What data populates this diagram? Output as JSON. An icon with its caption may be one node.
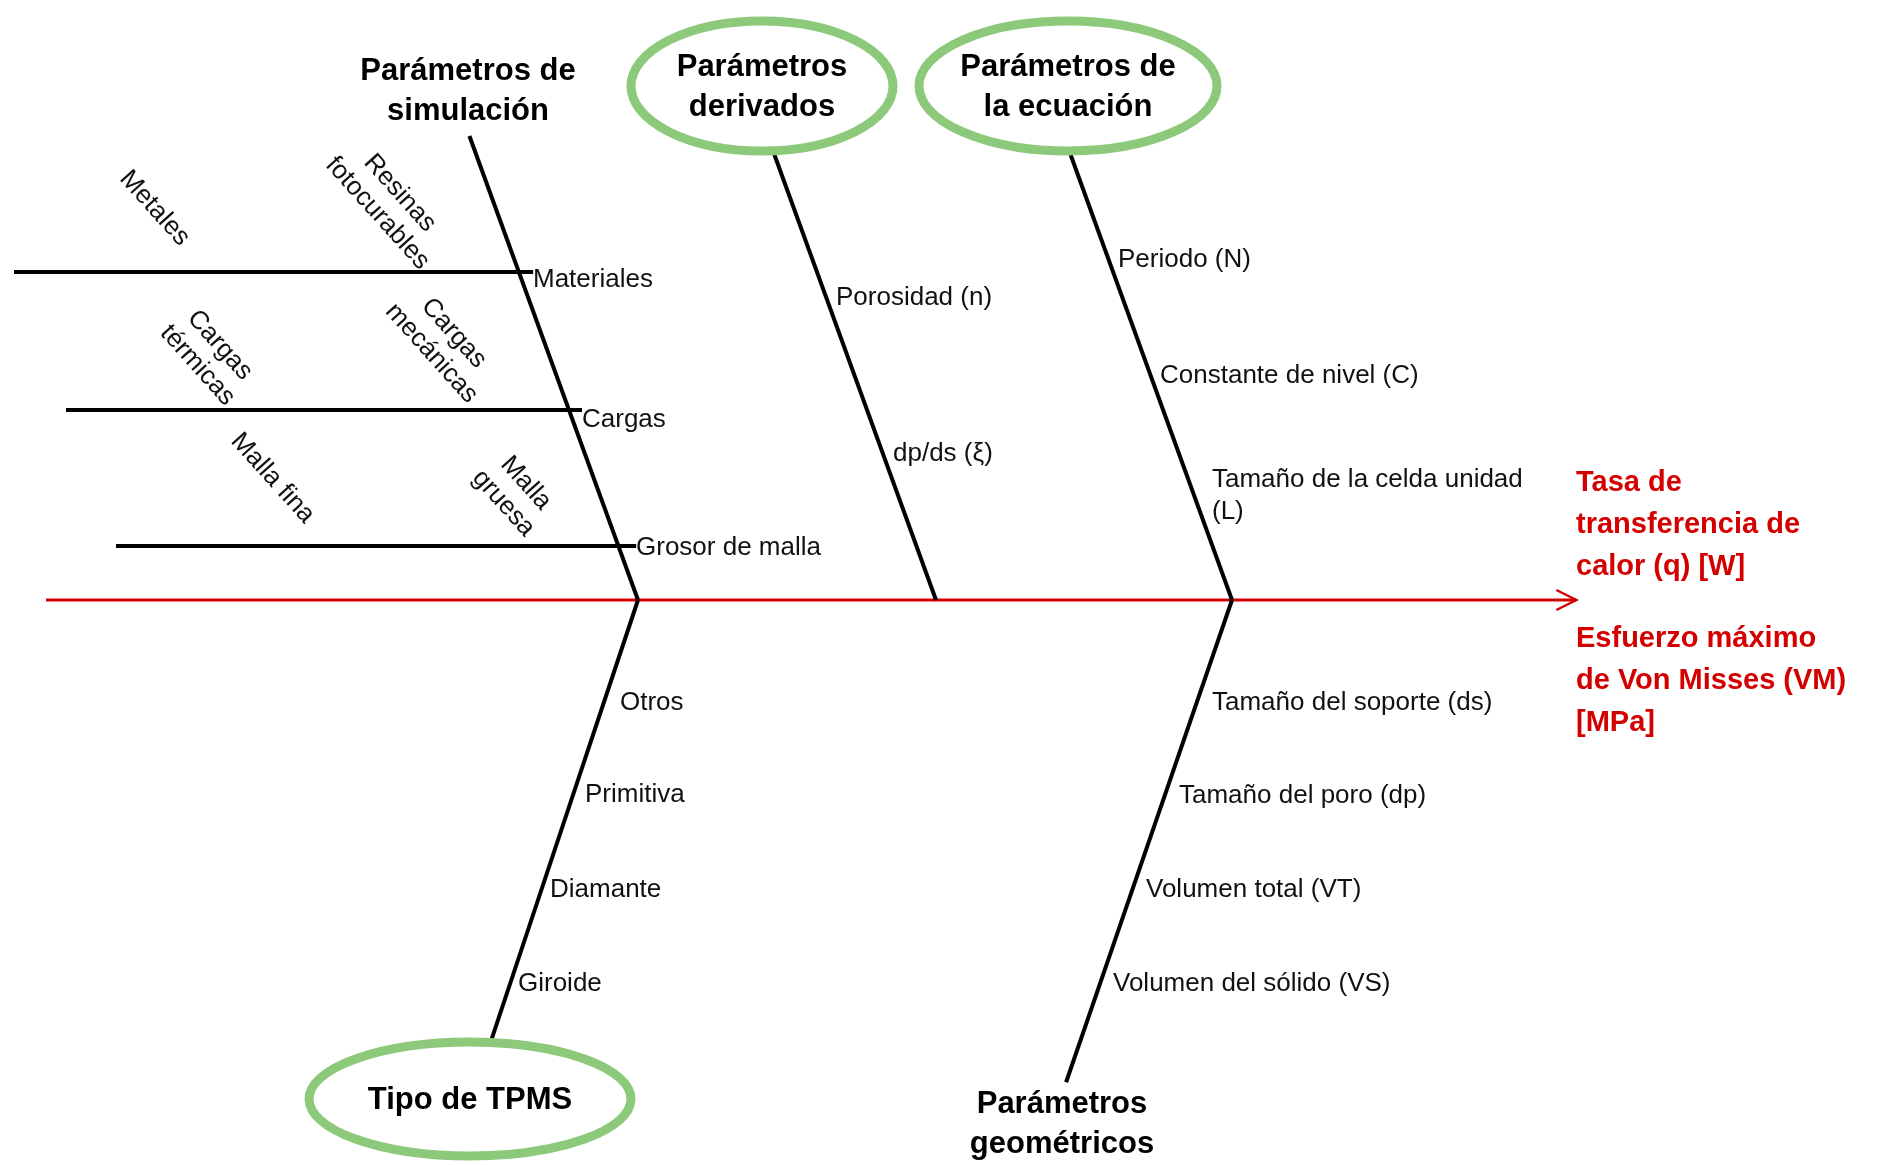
{
  "diagram": {
    "nodes": [
      {
        "text": [
          "Parámetros de simulación"
        ]
      },
      {
        "text": [
          "Parámetros derivados"
        ]
      },
      {
        "text": [
          "Parámetros de la ecuación"
        ]
      },
      {
        "text": [
          "Tipo de TPMS"
        ]
      },
      {
        "text": [
          "Parámetros geométricos"
        ]
      },
      {
        "text": [
          "Tasa de transferencia de calor (q) [W]",
          "Esfuerzo máximo de Von Misses (VM) [MPa]"
        ]
      },
      {
        "text": [
          "Materiales"
        ]
      },
      {
        "text": [
          "Cargas"
        ]
      },
      {
        "text": [
          "Grosor de malla"
        ]
      }
    ],
    "edges": [
      {
        "from": null,
        "to": 5,
        "arrow": "to",
        "color": "#d40000"
      },
      {
        "from": 0,
        "to": null,
        "arrow": "none"
      },
      {
        "from": 1,
        "to": null,
        "arrow": "none"
      },
      {
        "from": 2,
        "to": null,
        "arrow": "none"
      },
      {
        "from": 3,
        "to": null,
        "arrow": "none"
      },
      {
        "from": 4,
        "to": null,
        "arrow": "none"
      },
      {
        "from": null,
        "to": 6,
        "arrow": "none"
      },
      {
        "from": null,
        "to": 7,
        "arrow": "none"
      },
      {
        "from": null,
        "to": 8,
        "arrow": "none"
      }
    ],
    "labels": [
      "Metales",
      "Resinas fotocurables",
      "Cargas térmicas",
      "Cargas mecánicas",
      "Malla fina",
      "Malla gruesa",
      "Porosidad (n)",
      "dp/ds (ξ)",
      "Periodo (N)",
      "Constante de nivel (C)",
      "Tamaño de la celda unidad (L)",
      "Otros",
      "Primitiva",
      "Diamante",
      "Giroide",
      "Tamaño del soporte (ds)",
      "Tamaño del poro (dp)",
      "Volumen total (VT)",
      "Volumen del sólido (VS)"
    ]
  }
}
